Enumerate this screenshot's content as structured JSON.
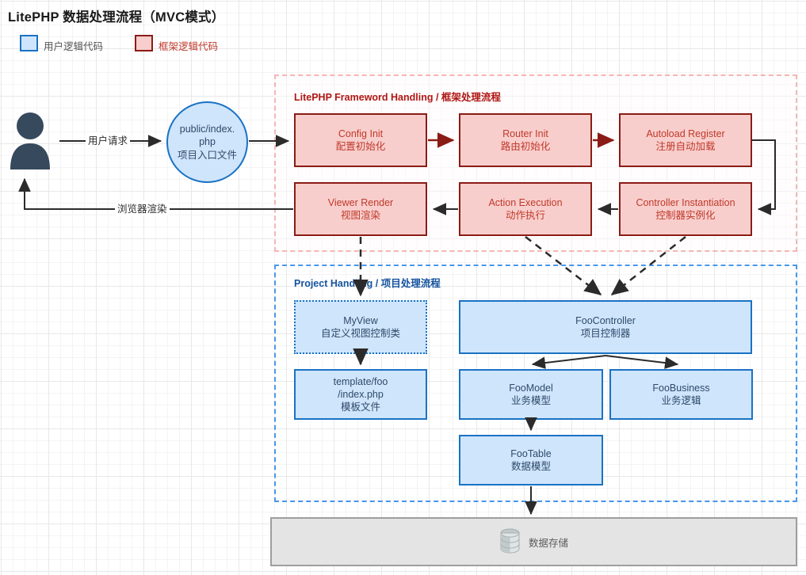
{
  "page": {
    "title": "LitePHP 数据处理流程（MVC模式）"
  },
  "legend": {
    "items": [
      {
        "label": "用户逻辑代码",
        "swatch_fill": "#cfe5fb",
        "swatch_border": "#1a72c4",
        "text_color": "#555555"
      },
      {
        "label": "框架逻辑代码",
        "swatch_fill": "#f8cecc",
        "swatch_border": "#8a1c16",
        "text_color": "#c0392b"
      }
    ]
  },
  "actor": {
    "name": "用户",
    "color": "#36495d"
  },
  "entry": {
    "line1": "public/index.",
    "line2": "php",
    "line3": "项目入口文件"
  },
  "edges": {
    "request_label": "用户请求",
    "render_label": "浏览器渲染"
  },
  "framework_zone": {
    "label": "LitePHP Frameword Handling / 框架处理流程",
    "border_color": "#f3b6b4",
    "nodes": [
      {
        "id": "config-init",
        "en": "Config Init",
        "zh": "配置初始化"
      },
      {
        "id": "router-init",
        "en": "Router Init",
        "zh": "路由初始化"
      },
      {
        "id": "autoload-register",
        "en": "Autoload Register",
        "zh": "注册自动加载"
      },
      {
        "id": "viewer-render",
        "en": "Viewer Render",
        "zh": "视图渲染"
      },
      {
        "id": "action-execution",
        "en": "Action Execution",
        "zh": "动作执行"
      },
      {
        "id": "controller-instantiation",
        "en": "Controller Instantiation",
        "zh": "控制器实例化"
      }
    ]
  },
  "project_zone": {
    "label": "Project Handling / 项目处理流程",
    "border_color": "#4a98e8",
    "nodes": [
      {
        "id": "myview",
        "en": "MyView",
        "zh": "自定义视图控制类"
      },
      {
        "id": "foocontroller",
        "en": "FooController",
        "zh": "项目控制器"
      },
      {
        "id": "template-foo",
        "en": "template/foo",
        "en2": "/index.php",
        "zh": "模板文件"
      },
      {
        "id": "foomodel",
        "en": "FooModel",
        "zh": "业务模型"
      },
      {
        "id": "foobusiness",
        "en": "FooBusiness",
        "zh": "业务逻辑"
      },
      {
        "id": "footable",
        "en": "FooTable",
        "zh": "数据模型"
      }
    ]
  },
  "storage": {
    "label": "数据存储",
    "icon": "database-icon",
    "fill": "#e4e4e4",
    "border": "#9e9e9e"
  }
}
